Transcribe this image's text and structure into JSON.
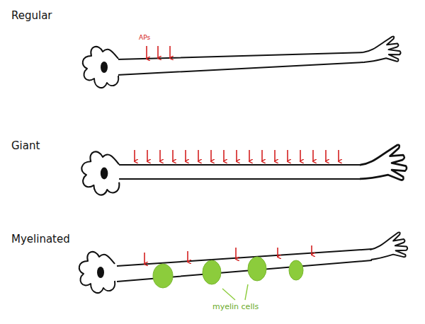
{
  "diagram": {
    "labels": [
      "Regular",
      "APs",
      "Giant",
      "Myelinated",
      "myelin cells"
    ]
  }
}
